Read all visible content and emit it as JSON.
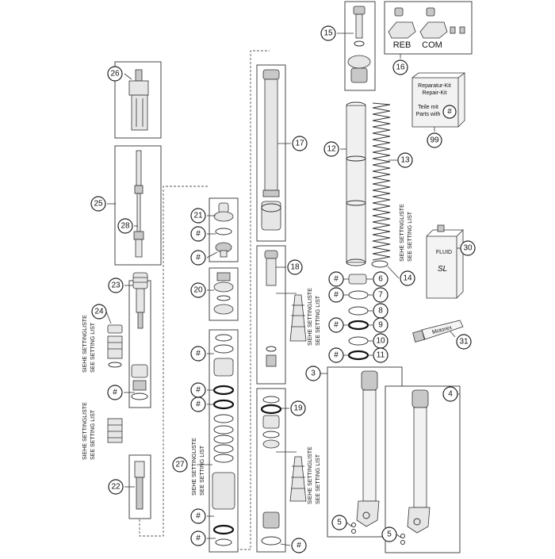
{
  "callouts": {
    "c3": "3",
    "c4": "4",
    "c5": "5",
    "c6": "6",
    "c7": "7",
    "c8": "8",
    "c9": "9",
    "c10": "10",
    "c11": "11",
    "c12": "12",
    "c13": "13",
    "c14": "14",
    "c15": "15",
    "c16": "16",
    "c17": "17",
    "c18": "18",
    "c19": "19",
    "c20": "20",
    "c21": "21",
    "c22": "22",
    "c23": "23",
    "c24": "24",
    "c25": "25",
    "c26": "26",
    "c27": "27",
    "c28": "28",
    "c30": "30",
    "c31": "31",
    "c99": "99",
    "hash": "#"
  },
  "labels": {
    "reb": "REB",
    "com": "COM",
    "setting_de": "SIEHE SETTINGLISTE",
    "setting_en": "SEE SETTING LIST",
    "repair_line1": "Reparatur-Kit",
    "repair_line2": "Repair-Kit",
    "repair_line3": "Teile mit",
    "repair_line4": "Parts with",
    "can_label": "SL",
    "can_brand": "FLUID",
    "tube_brand": "Motorex"
  }
}
